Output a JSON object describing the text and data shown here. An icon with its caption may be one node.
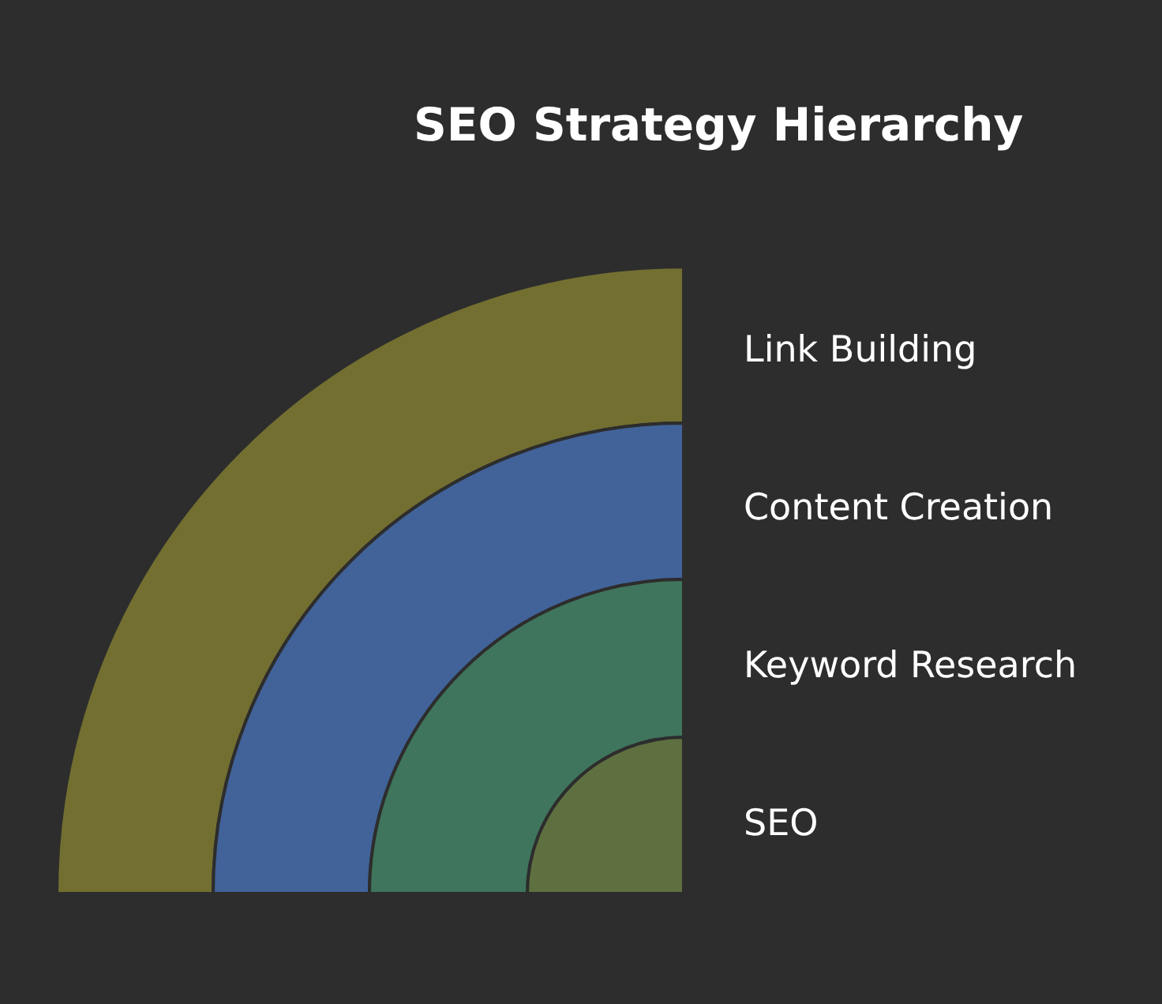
{
  "diagram": {
    "title": "SEO Strategy Hierarchy",
    "nodes": [
      {
        "text": [],
        "shape": "band",
        "beside": [
          "Link Building"
        ]
      },
      {
        "text": [],
        "shape": "band",
        "beside": [
          "Content Creation"
        ]
      },
      {
        "text": [],
        "shape": "band",
        "beside": [
          "Keyword Research"
        ]
      },
      {
        "text": [],
        "shape": "circle",
        "beside": [
          "SEO"
        ]
      }
    ]
  }
}
